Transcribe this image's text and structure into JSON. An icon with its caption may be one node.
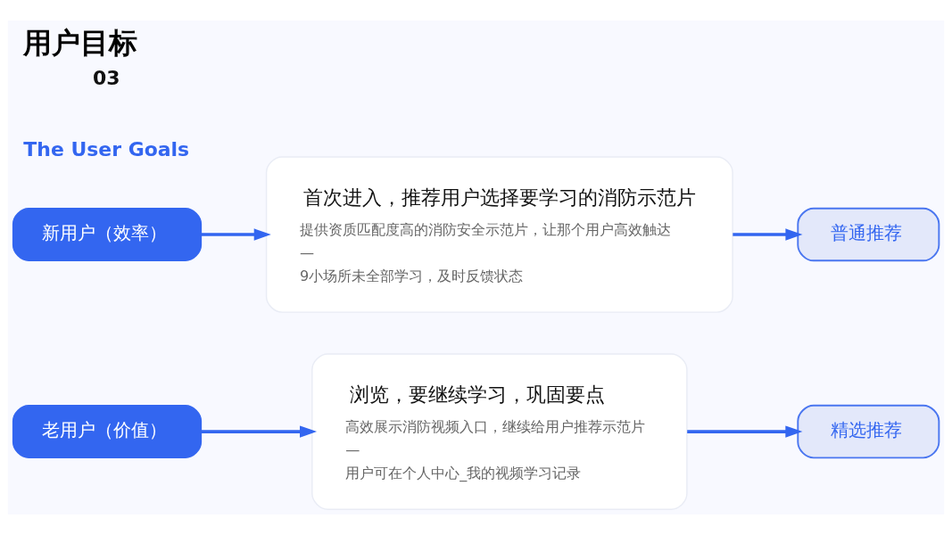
{
  "diagram": {
    "title": "用户目标",
    "nodes": [
      {
        "text": [
          "新用户（效率）"
        ]
      },
      {
        "text": [
          "首次进入，推荐用户选择要学习的消防示范片",
          "提供资质匹配度高的消防安全示范片，让那个用户高效触达",
          "—",
          "9小场所未全部学习，及时反馈状态"
        ]
      },
      {
        "text": [
          "普通推荐"
        ]
      },
      {
        "text": [
          "老用户（价值）"
        ]
      },
      {
        "text": [
          "浏览，要继续学习，巩固要点",
          "高效展示消防视频入口，继续给用户推荐示范片",
          "—",
          "用户可在个人中心_我的视频学习记录"
        ]
      },
      {
        "text": [
          "精选推荐"
        ]
      }
    ],
    "edges": [
      {
        "from": 0,
        "to": 1,
        "arrow": "to"
      },
      {
        "from": 1,
        "to": 2,
        "arrow": "to"
      },
      {
        "from": 3,
        "to": 4,
        "arrow": "to"
      },
      {
        "from": 4,
        "to": 5,
        "arrow": "to"
      }
    ],
    "labels": [
      "03",
      "The User Goals"
    ]
  }
}
